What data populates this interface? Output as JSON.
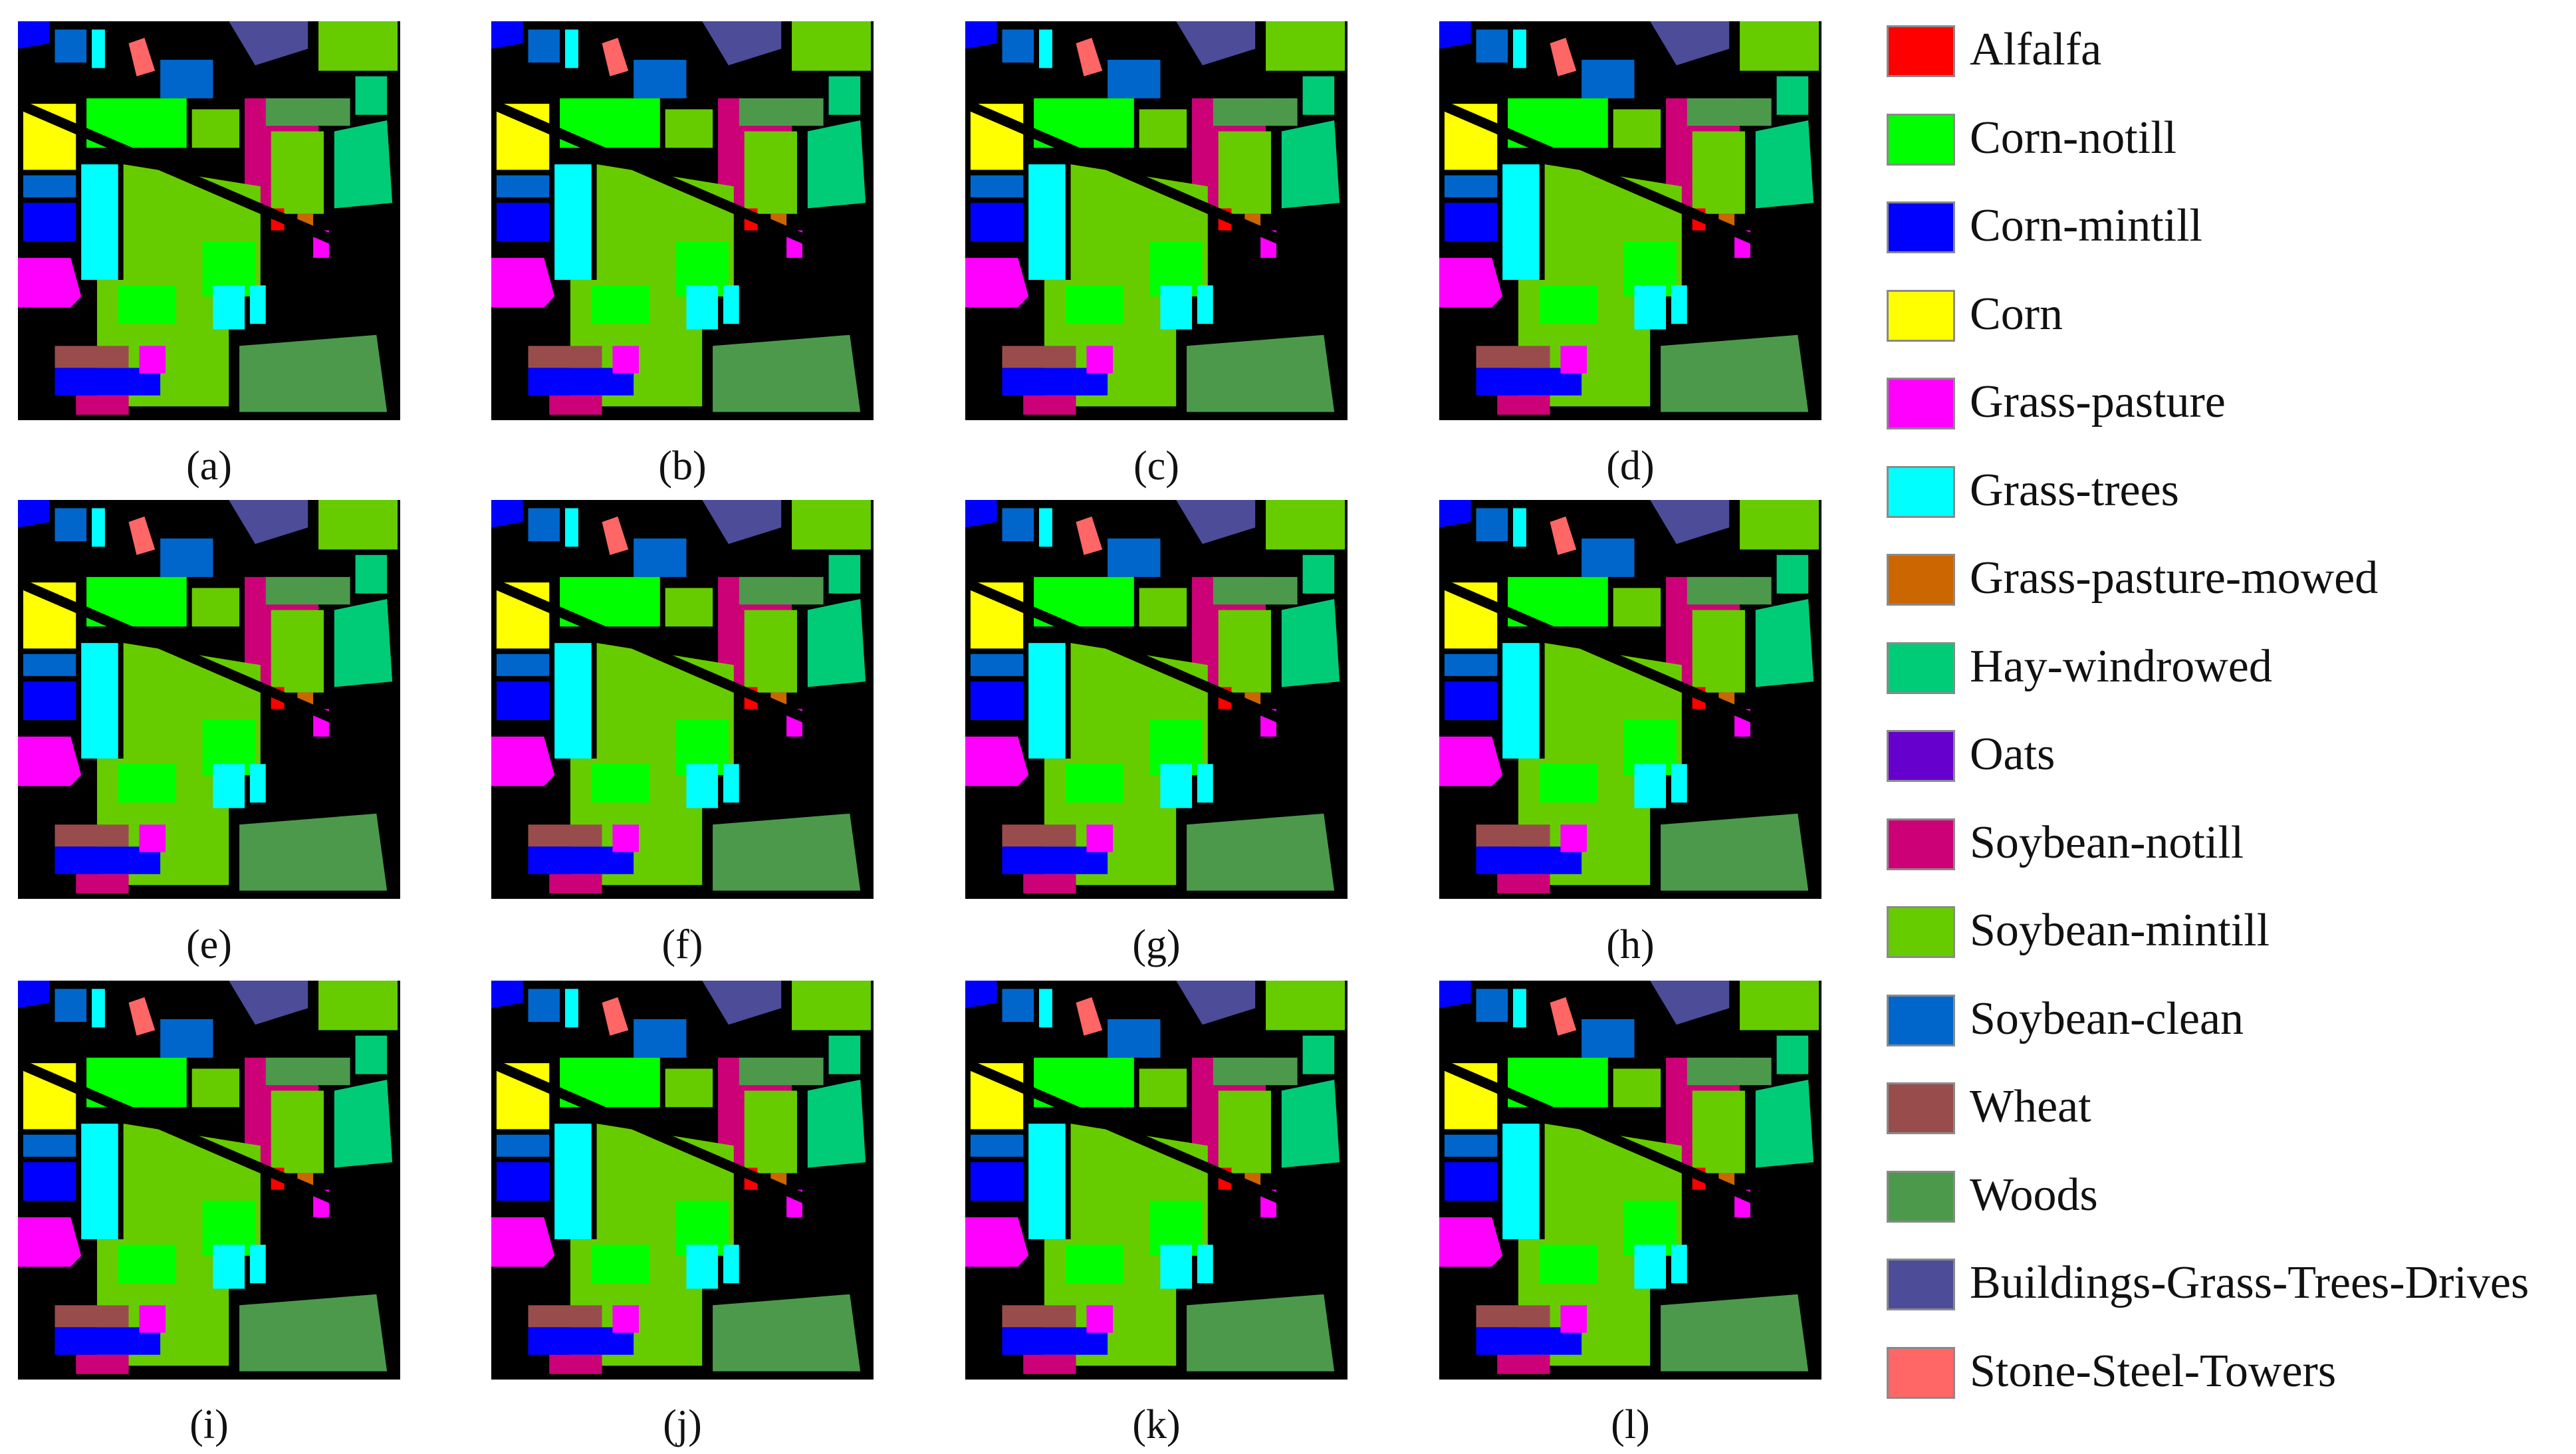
{
  "panels": [
    {
      "caption": "(a)"
    },
    {
      "caption": "(b)"
    },
    {
      "caption": "(c)"
    },
    {
      "caption": "(d)"
    },
    {
      "caption": "(e)"
    },
    {
      "caption": "(f)"
    },
    {
      "caption": "(g)"
    },
    {
      "caption": "(h)"
    },
    {
      "caption": "(i)"
    },
    {
      "caption": "(j)"
    },
    {
      "caption": "(k)"
    },
    {
      "caption": "(l)"
    }
  ],
  "legend": [
    {
      "label": "Alfalfa",
      "color": "#ff0000"
    },
    {
      "label": "Corn-notill",
      "color": "#00ff00"
    },
    {
      "label": "Corn-mintill",
      "color": "#0000ff"
    },
    {
      "label": "Corn",
      "color": "#ffff00"
    },
    {
      "label": "Grass-pasture",
      "color": "#ff00ff"
    },
    {
      "label": "Grass-trees",
      "color": "#00ffff"
    },
    {
      "label": "Grass-pasture-mowed",
      "color": "#cc6600"
    },
    {
      "label": "Hay-windrowed",
      "color": "#00cc77"
    },
    {
      "label": "Oats",
      "color": "#6600cc"
    },
    {
      "label": "Soybean-notill",
      "color": "#cc0077"
    },
    {
      "label": "Soybean-mintill",
      "color": "#66cc00"
    },
    {
      "label": "Soybean-clean",
      "color": "#0066cc"
    },
    {
      "label": "Wheat",
      "color": "#994c4c"
    },
    {
      "label": "Woods",
      "color": "#4c994c"
    },
    {
      "label": "Buildings-Grass-Trees-Drives",
      "color": "#4c4c99"
    },
    {
      "label": "Stone-Steel-Towers",
      "color": "#ff6666"
    }
  ]
}
